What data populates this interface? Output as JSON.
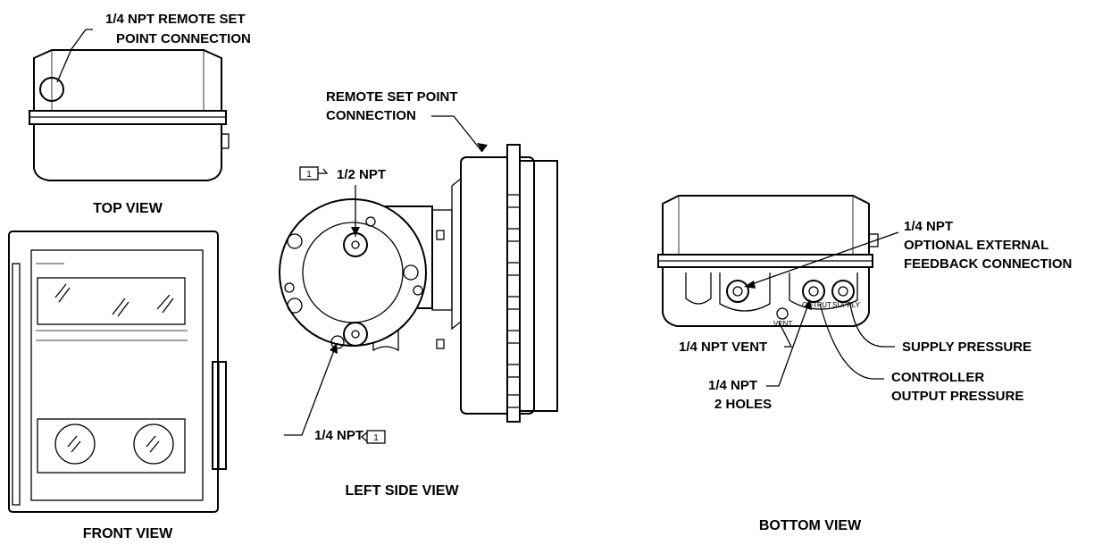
{
  "views": {
    "top": "TOP VIEW",
    "front": "FRONT VIEW",
    "left_side": "LEFT SIDE VIEW",
    "bottom": "BOTTOM VIEW"
  },
  "callouts": {
    "top_remote_line1": "1/4 NPT REMOTE SET",
    "top_remote_line2": "POINT CONNECTION",
    "side_remote_line1": "REMOTE SET POINT",
    "side_remote_line2": "CONNECTION",
    "half_npt": "1/2 NPT",
    "quarter_npt": "1/4 NPT",
    "note_marker": "1",
    "feedback_line1": "1/4 NPT",
    "feedback_line2": "OPTIONAL EXTERNAL",
    "feedback_line3": "FEEDBACK CONNECTION",
    "vent": "1/4 NPT VENT",
    "supply": "SUPPLY PRESSURE",
    "controller_line1": "CONTROLLER",
    "controller_line2": "OUTPUT PRESSURE",
    "holes_line1": "1/4 NPT",
    "holes_line2": "2 HOLES"
  },
  "port_labels": {
    "vent": "VENT",
    "output": "OUTPUT",
    "supply": "SUPPLY"
  }
}
